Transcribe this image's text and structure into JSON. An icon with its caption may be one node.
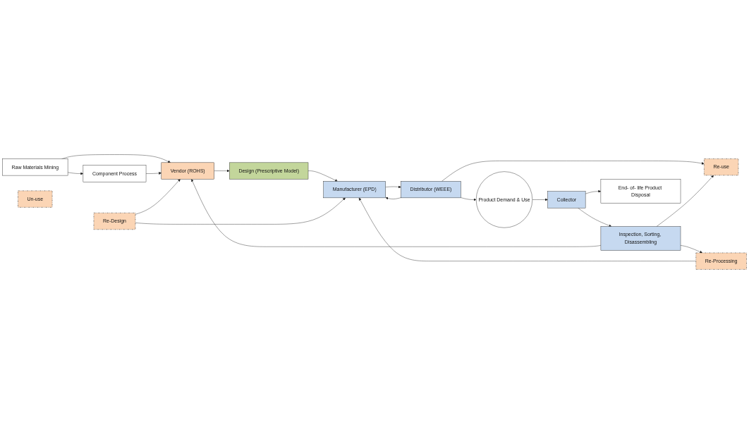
{
  "diagram": {
    "nodes": [
      {
        "text": [
          "Raw Materials Mining"
        ]
      },
      {
        "text": [
          "Vendor (ROHS)"
        ]
      },
      {
        "text": [
          "Design (Prescriptive Model)"
        ]
      },
      {
        "text": [
          "Manufacturer (EPD)"
        ]
      },
      {
        "text": [
          "Distributor (WEEE)"
        ]
      },
      {
        "text": [
          "Component Process"
        ]
      },
      {
        "text": [
          "Un-use"
        ]
      },
      {
        "text": [
          "Re-use"
        ]
      },
      {
        "text": [
          "Re-Design"
        ]
      },
      {
        "text": [
          "Re-Processing"
        ]
      },
      {
        "text": [
          "Inspection, Sorting, Disassembling"
        ]
      },
      {
        "text": [
          "Product Demand & Use"
        ]
      },
      {
        "text": [
          "Collector"
        ]
      },
      {
        "text": [
          "End- of- life Product Disposal"
        ]
      }
    ],
    "edges": [
      {
        "from": 0,
        "to": 1,
        "arrow": "to"
      },
      {
        "from": 0,
        "to": 5,
        "arrow": "to"
      },
      {
        "from": 5,
        "to": 1,
        "arrow": "to"
      },
      {
        "from": 1,
        "to": 2,
        "arrow": "to"
      },
      {
        "from": 2,
        "to": 3,
        "arrow": "to"
      },
      {
        "from": 3,
        "to": 4,
        "arrow": "to"
      },
      {
        "from": 4,
        "to": 3,
        "arrow": "to"
      },
      {
        "from": 4,
        "to": 7,
        "arrow": "to"
      },
      {
        "from": 4,
        "to": 11,
        "arrow": "to"
      },
      {
        "from": 8,
        "to": 1,
        "arrow": "to"
      },
      {
        "from": 8,
        "to": 3,
        "arrow": "to"
      },
      {
        "from": 9,
        "to": 3,
        "arrow": "to"
      },
      {
        "from": 10,
        "to": 9,
        "arrow": "to"
      },
      {
        "from": 10,
        "to": 7,
        "arrow": "to"
      },
      {
        "from": 10,
        "to": 1,
        "arrow": "to"
      },
      {
        "from": 11,
        "to": 12,
        "arrow": "to"
      },
      {
        "from": 12,
        "to": 10,
        "arrow": "to"
      },
      {
        "from": 12,
        "to": 13,
        "arrow": "to"
      }
    ]
  }
}
